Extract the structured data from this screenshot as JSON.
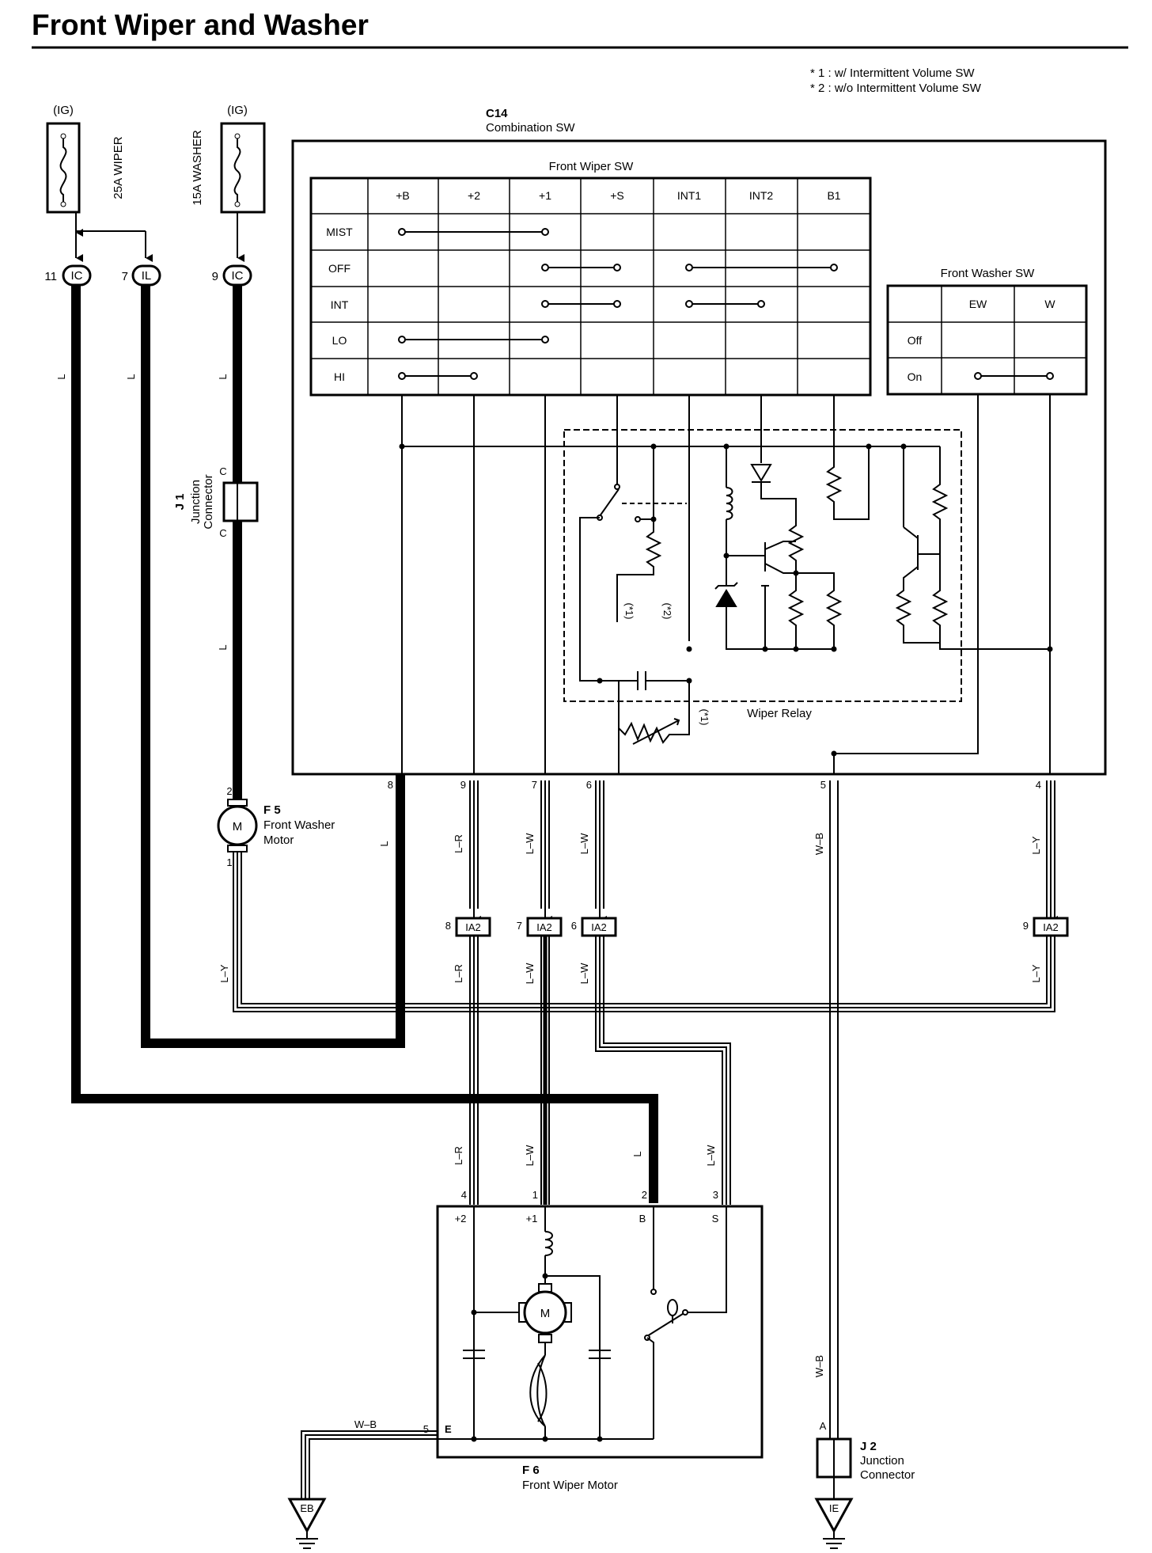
{
  "title": "Front Wiper and Washer",
  "notes": [
    "* 1 : w/ Intermittent Volume SW",
    "* 2 : w/o Intermittent Volume SW"
  ],
  "fuses": [
    {
      "supply": "(IG)",
      "name": "25A WIPER"
    },
    {
      "supply": "(IG)",
      "name": "15A WASHER"
    }
  ],
  "top_connectors": [
    {
      "pin": "11",
      "code": "IC"
    },
    {
      "pin": "7",
      "code": "IL"
    },
    {
      "pin": "9",
      "code": "IC"
    }
  ],
  "combination_switch": {
    "code": "C14",
    "name": "Combination SW"
  },
  "front_wiper_sw": {
    "title": "Front Wiper SW",
    "columns": [
      "+B",
      "+2",
      "+1",
      "+S",
      "INT1",
      "INT2",
      "B1"
    ],
    "rows": [
      "MIST",
      "OFF",
      "INT",
      "LO",
      "HI"
    ]
  },
  "front_washer_sw": {
    "title": "Front Washer SW",
    "columns": [
      "EW",
      "W"
    ],
    "rows": [
      "Off",
      "On"
    ]
  },
  "wiper_relay": {
    "label": "Wiper Relay",
    "note1": "(*1)",
    "note2": "(*2)"
  },
  "junction_j1": {
    "code": "J 1",
    "name_line1": "Junction",
    "name_line2": "Connector",
    "pin_top": "C",
    "pin_bottom": "C"
  },
  "washer_motor": {
    "code": "F 5",
    "name_line1": "Front Washer",
    "name_line2": "Motor",
    "symbol": "M",
    "pin_top": "2",
    "pin_bottom": "1"
  },
  "combo_pins": [
    "8",
    "9",
    "7",
    "6",
    "5",
    "4"
  ],
  "ia2_connectors": [
    {
      "pin": "8",
      "code": "IA2"
    },
    {
      "pin": "7",
      "code": "IA2"
    },
    {
      "pin": "6",
      "code": "IA2"
    },
    {
      "pin": "9",
      "code": "IA2"
    }
  ],
  "wire_colors": {
    "L": "L",
    "L_R": "L–R",
    "L_W": "L–W",
    "W_B": "W–B",
    "L_Y": "L–Y"
  },
  "wiper_motor": {
    "code": "F 6",
    "name": "Front Wiper Motor",
    "symbol": "M",
    "pins": [
      {
        "num": "4",
        "term": "+2"
      },
      {
        "num": "1",
        "term": "+1"
      },
      {
        "num": "2",
        "term": "B"
      },
      {
        "num": "3",
        "term": "S"
      },
      {
        "num": "5",
        "term": "E"
      }
    ]
  },
  "junction_j2": {
    "code": "J 2",
    "name_line1": "Junction",
    "name_line2": "Connector",
    "pin": "A"
  },
  "grounds": [
    "EB",
    "IE"
  ],
  "colors": {
    "line": "#000000",
    "background": "#ffffff"
  }
}
